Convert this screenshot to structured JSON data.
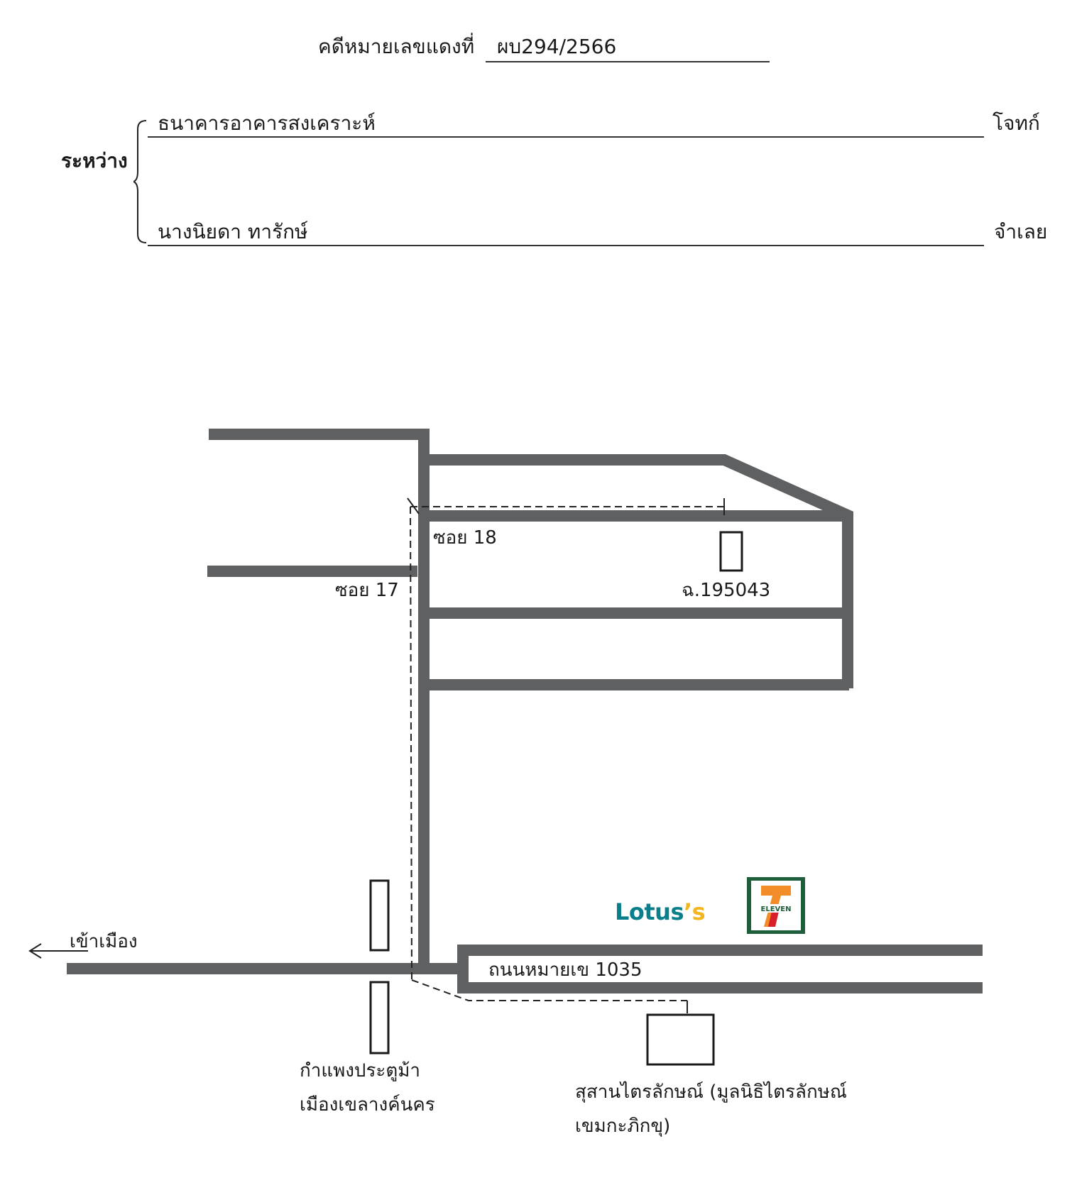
{
  "header": {
    "case_label": "คดีหมายเลขแดงที่",
    "case_number": "ผบ294/2566",
    "between_label": "ระหว่าง",
    "plaintiff": {
      "name": "ธนาคารอาคารสงเคราะห์",
      "role": "โจทก์"
    },
    "defendant": {
      "name": "นางนิยดา ทารักษ์",
      "role": "จำเลย"
    }
  },
  "map": {
    "road_color": "#5f6062",
    "labels": {
      "soi18": "ซอย 18",
      "soi17": "ซอย 17",
      "deed": "ฉ.195043",
      "to_city": "เข้าเมือง",
      "main_road": "ถนนหมายเข 1035",
      "gate_line1": "กำแพงประตูม้า",
      "gate_line2": "เมืองเขลางค์นคร",
      "cemetery_line1": "สุสานไตรลักษณ์ (มูลนิธิไตรลักษณ์",
      "cemetery_line2": "เขมกะภิกขุ)"
    },
    "logos": {
      "lotus": {
        "main": "Lotus",
        "accent": "’s",
        "color": "#0a7f8c",
        "accent_color": "#f2b51d"
      },
      "seven_eleven": {
        "text": "ELEVEN",
        "number": "7",
        "bg": "#1e5e3b",
        "orange": "#f28c28",
        "red": "#d8202a"
      }
    }
  }
}
